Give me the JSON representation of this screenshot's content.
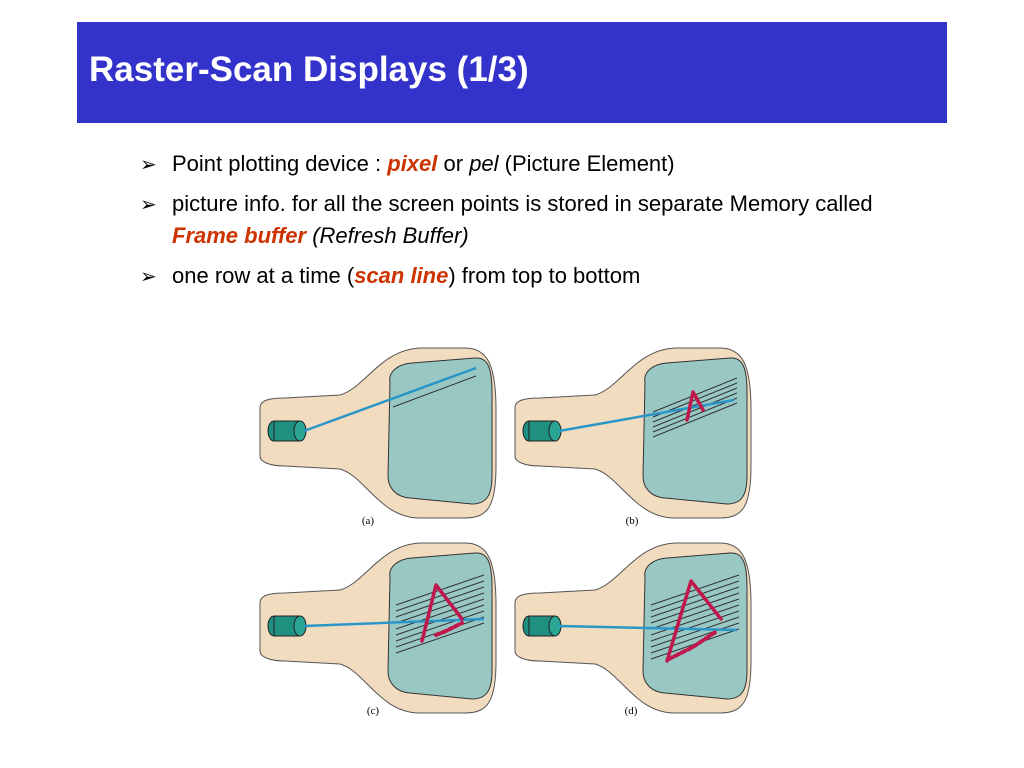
{
  "slide": {
    "title": "Raster-Scan Displays (1/3)",
    "title_bg": "#3333cc",
    "accent": "#cc3300"
  },
  "bullets": [
    {
      "a": "Point plotting device  : ",
      "b": "pixel",
      "c": " or ",
      "d": "pel",
      "e": "  (Picture Element)"
    },
    {
      "a": "picture info. for all the screen points is stored in separate Memory called ",
      "b": "Frame buffer",
      "c": " ",
      "d": "(Refresh Buffer)"
    },
    {
      "a": "one row at a time (",
      "b": "scan line",
      "c": ") from top to bottom"
    }
  ],
  "figure": {
    "captions": [
      "(a)",
      "(b)",
      "(c)",
      "(d)"
    ],
    "colors": {
      "tube": "#f2dcc0",
      "screen": "#99c8c4",
      "gun": "#1f8f80",
      "beam": "#2a96c8",
      "pixel": "#c0184c"
    }
  }
}
